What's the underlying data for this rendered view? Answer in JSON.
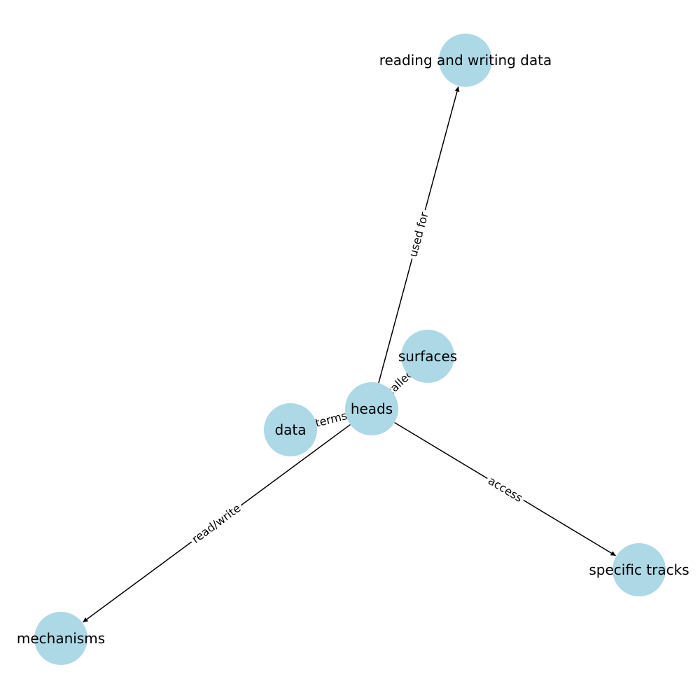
{
  "graph": {
    "node_color": "#add8e6",
    "edge_color": "#000000",
    "nodes": [
      {
        "id": "heads",
        "label": "heads"
      },
      {
        "id": "reading_writing",
        "label": "reading and writing data"
      },
      {
        "id": "surfaces",
        "label": "surfaces"
      },
      {
        "id": "data",
        "label": "data"
      },
      {
        "id": "specific_tracks",
        "label": "specific tracks"
      },
      {
        "id": "mechanisms",
        "label": "mechanisms"
      }
    ],
    "edges": [
      {
        "source": "heads",
        "target": "reading_writing",
        "label": "used for",
        "directed": true
      },
      {
        "source": "heads",
        "target": "surfaces",
        "label": "called",
        "directed": false
      },
      {
        "source": "heads",
        "target": "data",
        "label": "terms",
        "directed": false
      },
      {
        "source": "heads",
        "target": "specific_tracks",
        "label": "access",
        "directed": true
      },
      {
        "source": "heads",
        "target": "mechanisms",
        "label": "read/write",
        "directed": true
      }
    ]
  }
}
